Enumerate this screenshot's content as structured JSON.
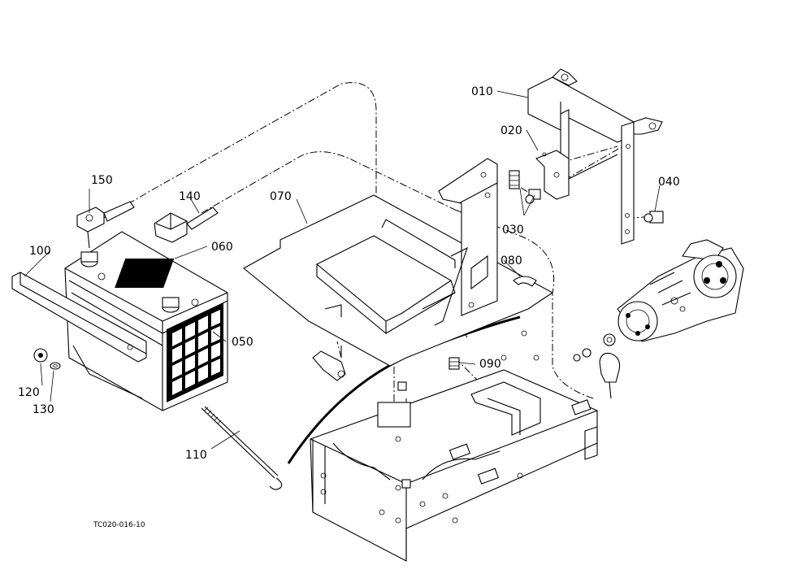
{
  "diagram": {
    "drawing_code": "TC020-016-10",
    "parts": [
      {
        "id": "010",
        "name": "bracket"
      },
      {
        "id": "020",
        "name": "plate"
      },
      {
        "id": "030",
        "name": "bolts"
      },
      {
        "id": "040",
        "name": "bolt"
      },
      {
        "id": "050",
        "name": "battery"
      },
      {
        "id": "060",
        "name": "terminal-cover"
      },
      {
        "id": "070",
        "name": "battery-tray"
      },
      {
        "id": "080",
        "name": "clip"
      },
      {
        "id": "090",
        "name": "bolt"
      },
      {
        "id": "100",
        "name": "battery-clamp"
      },
      {
        "id": "110",
        "name": "hook-bolt"
      },
      {
        "id": "120",
        "name": "nut"
      },
      {
        "id": "130",
        "name": "washer"
      },
      {
        "id": "140",
        "name": "positive-cable"
      },
      {
        "id": "150",
        "name": "negative-cable"
      }
    ]
  }
}
